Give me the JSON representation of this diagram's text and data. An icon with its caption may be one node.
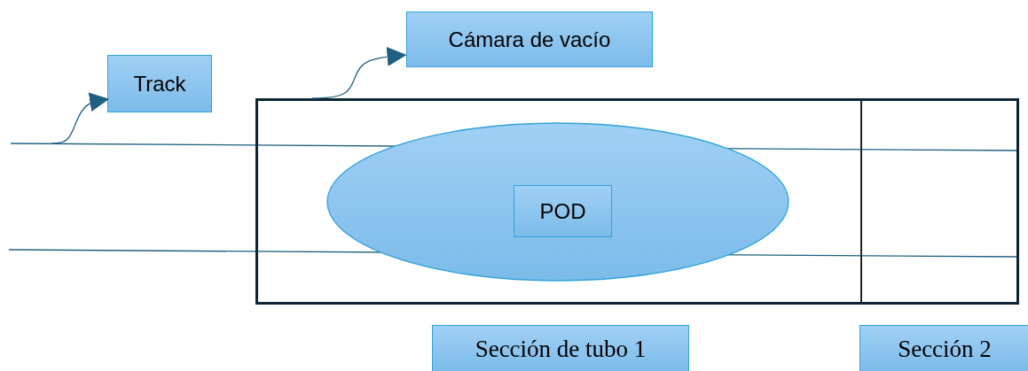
{
  "diagram": {
    "nodes": [
      {
        "text": [
          "Cámara de vacío"
        ]
      },
      {
        "text": [
          "Track"
        ]
      },
      {
        "text": [],
        "shape": "box"
      },
      {
        "text": [],
        "shape": "line"
      },
      {
        "text": [],
        "shape": "ellipse",
        "in": 2
      },
      {
        "text": [
          "POD"
        ],
        "in": 4
      },
      {
        "text": [
          "Sección de tubo 1"
        ]
      },
      {
        "text": [
          "Sección 2"
        ]
      }
    ],
    "edges": [
      {
        "from": 3,
        "to": 1,
        "arrow": "to"
      },
      {
        "from": 2,
        "to": 0,
        "arrow": "to"
      }
    ]
  }
}
